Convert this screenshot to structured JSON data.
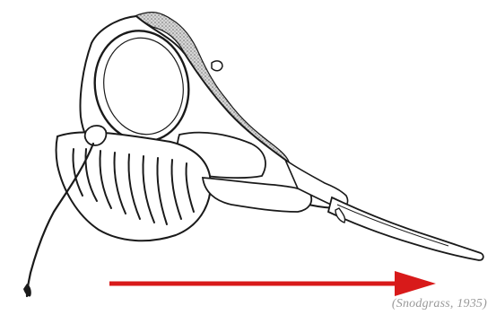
{
  "caption": "(Snodgrass, 1935)",
  "colors": {
    "arrow": "#d81a1a",
    "outline": "#1a1a1a",
    "stipple": "#8c8c8c",
    "caption": "#9a9a9a"
  },
  "figure": {
    "subject": "insect head (lateral view)",
    "arrow_direction": "right"
  }
}
